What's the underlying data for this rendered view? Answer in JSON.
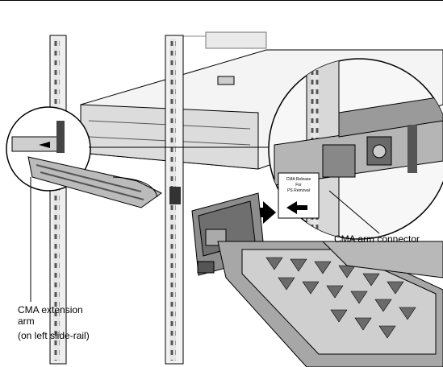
{
  "labels": {
    "cma_arm_connector": "CMA arm connector",
    "cma_extension_arm_line1": "CMA extension",
    "cma_extension_arm_line2": "arm",
    "cma_extension_arm_line3": "(on left slide-rail)",
    "bracket_text_line1": "CMA Release",
    "bracket_text_line2": "For",
    "bracket_text_line3": "PS Removal"
  },
  "colors": {
    "ink": "#000000",
    "dark_gray": "#4a4a4a",
    "mid_gray": "#8c8c8c",
    "light_gray": "#c8c8c8",
    "very_light_gray": "#e6e6e6"
  },
  "icons": [
    "insert-direction-arrow-icon"
  ]
}
